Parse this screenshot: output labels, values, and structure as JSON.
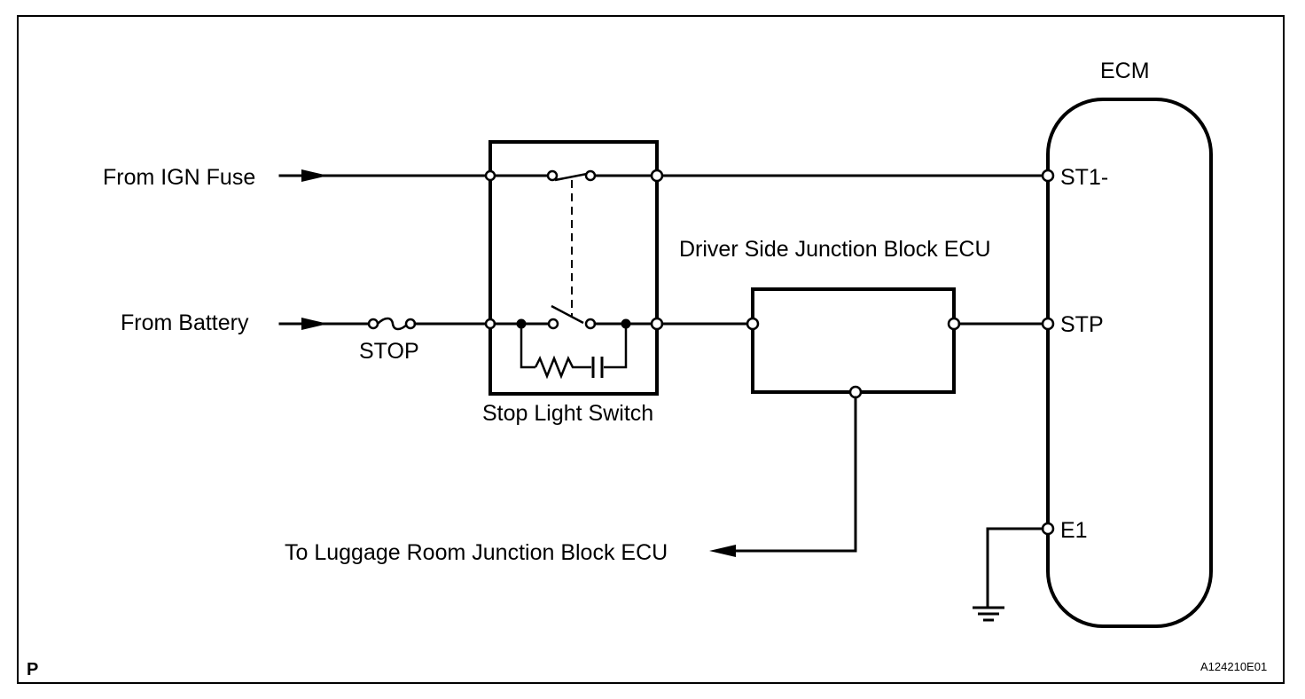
{
  "labels": {
    "ecm": "ECM",
    "from_ign": "From IGN Fuse",
    "from_battery": "From Battery",
    "fuse": "STOP",
    "switch": "Stop Light Switch",
    "jb_ecu": "Driver Side Junction Block ECU",
    "to_luggage": "To Luggage Room Junction Block ECU",
    "pin_st1": "ST1-",
    "pin_stp": "STP",
    "pin_e1": "E1",
    "corner_p": "P",
    "figure_id": "A124210E01"
  }
}
